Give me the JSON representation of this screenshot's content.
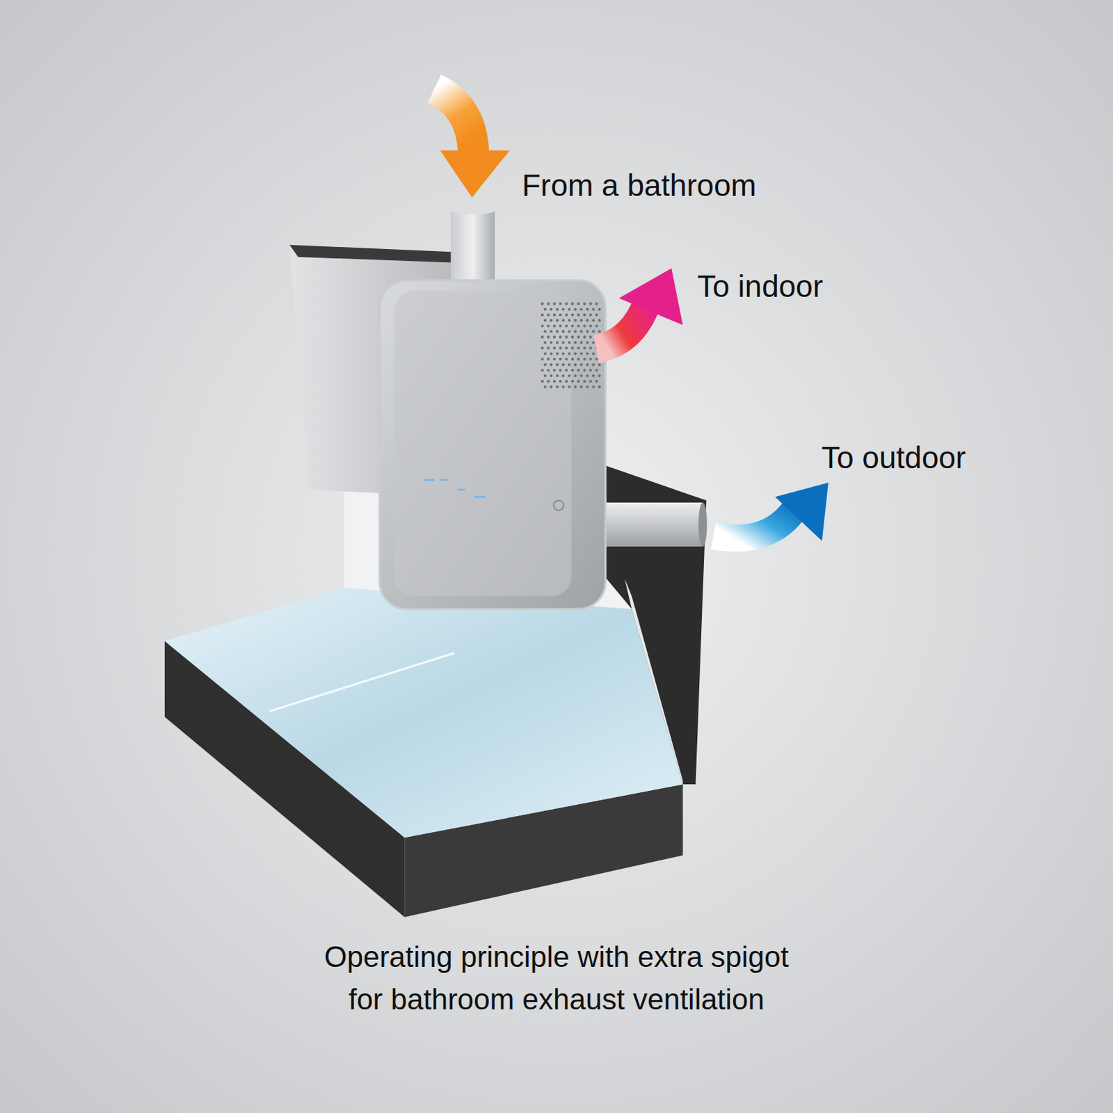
{
  "diagram": {
    "caption": "Operating principle with extra spigot for bathroom exhaust ventilation",
    "labels": [
      "From a bathroom",
      "To indoor",
      "To outdoor"
    ]
  }
}
